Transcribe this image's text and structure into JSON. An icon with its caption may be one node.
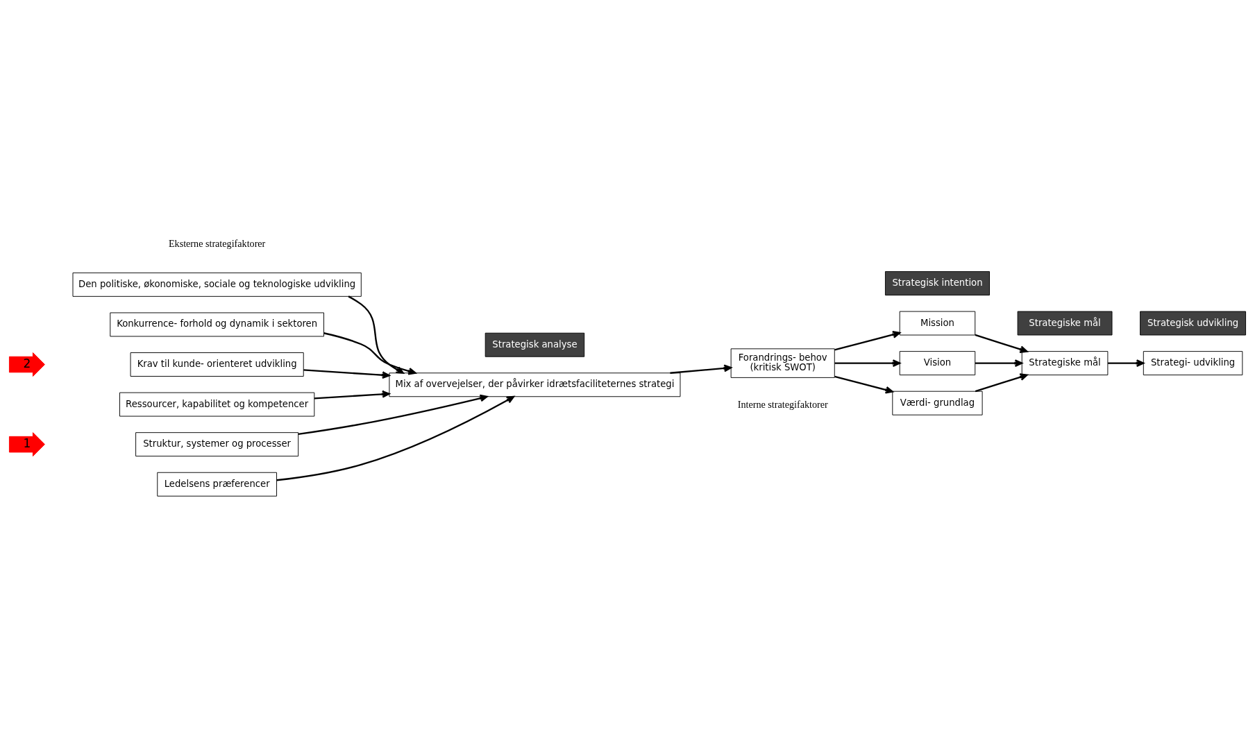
{
  "diagram": {
    "nodes": [
      {
        "text": [
          "Den politiske, økonomiske, sociale og teknologiske udvikling"
        ]
      },
      {
        "text": [
          "Konkurrence- forhold og dynamik i sektoren"
        ]
      },
      {
        "text": [
          "Krav til kunde- orienteret udvikling"
        ]
      },
      {
        "text": [
          "Mix af overvejelser, der påvirker idrætsfaciliteternes strategi"
        ]
      },
      {
        "text": [
          "Ressourcer, kapabilitet og kompetencer"
        ]
      },
      {
        "text": [
          "Struktur, systemer og processer"
        ]
      },
      {
        "text": [
          "Ledelsens præferencer"
        ]
      },
      {
        "text": [
          "Forandrings- behov",
          "(kritisk SWOT)"
        ]
      },
      {
        "text": [
          "Mission"
        ]
      },
      {
        "text": [
          "Vision"
        ]
      },
      {
        "text": [
          "Værdi- grundlag"
        ]
      },
      {
        "text": [
          "Strategiske mål"
        ]
      },
      {
        "text": [
          "Strategi- udvikling"
        ]
      },
      {
        "text": [
          "Strategisk analyse"
        ]
      },
      {
        "text": [
          "Strategisk intention"
        ]
      },
      {
        "text": [
          "Strategiske mål"
        ]
      },
      {
        "text": [
          "Strategisk udvikling"
        ]
      },
      {
        "text": [
          "2"
        ]
      },
      {
        "text": [
          "1"
        ]
      }
    ],
    "edges": [
      {
        "from": 0,
        "to": 3,
        "arrow": "to"
      },
      {
        "from": 1,
        "to": 3,
        "arrow": "to"
      },
      {
        "from": 2,
        "to": 3,
        "arrow": "to"
      },
      {
        "from": 4,
        "to": 3,
        "arrow": "to"
      },
      {
        "from": 5,
        "to": 3,
        "arrow": "to"
      },
      {
        "from": 6,
        "to": 3,
        "arrow": "to"
      },
      {
        "from": 3,
        "to": 7,
        "arrow": "to"
      },
      {
        "from": 7,
        "to": 8,
        "arrow": "to"
      },
      {
        "from": 7,
        "to": 9,
        "arrow": "to"
      },
      {
        "from": 7,
        "to": 10,
        "arrow": "to"
      },
      {
        "from": 8,
        "to": 11,
        "arrow": "to"
      },
      {
        "from": 9,
        "to": 11,
        "arrow": "to"
      },
      {
        "from": 10,
        "to": 11,
        "arrow": "to"
      },
      {
        "from": 11,
        "to": 12,
        "arrow": "to"
      }
    ],
    "labels": [
      "Eksterne strategifaktorer",
      "Interne strategifaktorer"
    ]
  }
}
